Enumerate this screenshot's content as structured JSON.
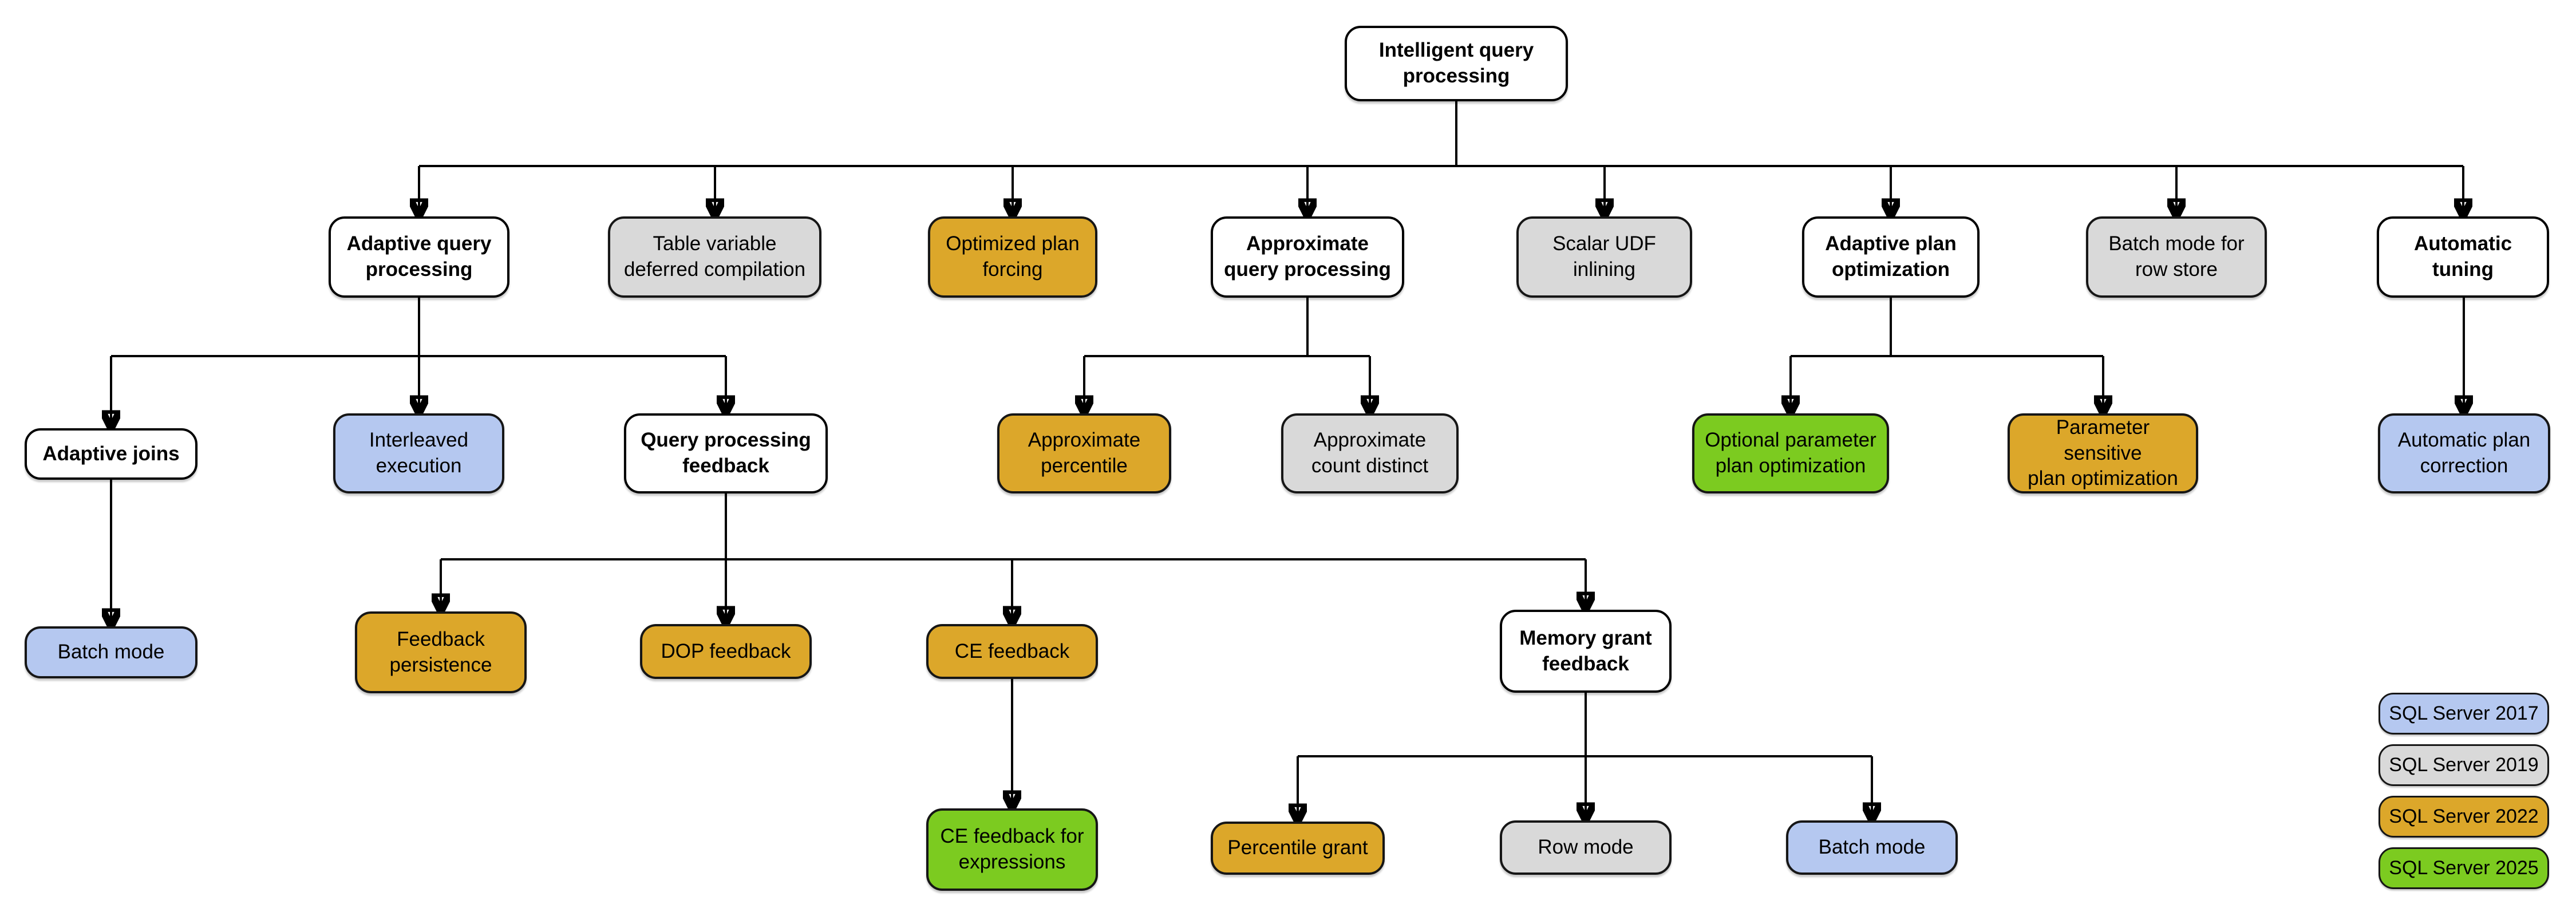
{
  "palette": {
    "white": {
      "fill": "#FFFFFF",
      "border": "#000000"
    },
    "gray": {
      "fill": "#D9D9D9",
      "border": "#161616"
    },
    "blue": {
      "fill": "#B5C8F0",
      "border": "#161616"
    },
    "gold": {
      "fill": "#DCA72A",
      "border": "#161616"
    },
    "green": {
      "fill": "#7CCB20",
      "border": "#161616"
    },
    "line": "#000000"
  },
  "nodes": {
    "root": {
      "label": "Intelligent query\nprocessing",
      "color": "white"
    },
    "aqp": {
      "label": "Adaptive query\nprocessing",
      "color": "white"
    },
    "tvdc": {
      "label": "Table variable\ndeferred compilation",
      "color": "gray"
    },
    "opf": {
      "label": "Optimized plan\nforcing",
      "color": "gold"
    },
    "axqp": {
      "label": "Approximate\nquery processing",
      "color": "white"
    },
    "sudf": {
      "label": "Scalar UDF\ninlining",
      "color": "gray"
    },
    "apo": {
      "label": "Adaptive plan\noptimization",
      "color": "white"
    },
    "bmrs": {
      "label": "Batch mode for\nrow store",
      "color": "gray"
    },
    "at": {
      "label": "Automatic\ntuning",
      "color": "white"
    },
    "aj": {
      "label": "Adaptive joins",
      "color": "white"
    },
    "ie": {
      "label": "Interleaved\nexecution",
      "color": "blue"
    },
    "qpf": {
      "label": "Query processing\nfeedback",
      "color": "white"
    },
    "axp": {
      "label": "Approximate\npercentile",
      "color": "gold"
    },
    "acd": {
      "label": "Approximate\ncount distinct",
      "color": "gray"
    },
    "oppo": {
      "label": "Optional parameter\nplan optimization",
      "color": "green"
    },
    "pspo": {
      "label": "Parameter sensitive\nplan optimization",
      "color": "gold"
    },
    "apc": {
      "label": "Automatic plan\ncorrection",
      "color": "blue"
    },
    "bm1": {
      "label": "Batch mode",
      "color": "blue"
    },
    "fp": {
      "label": "Feedback\npersistence",
      "color": "gold"
    },
    "dop": {
      "label": "DOP feedback",
      "color": "gold"
    },
    "ce": {
      "label": "CE feedback",
      "color": "gold"
    },
    "mgf": {
      "label": "Memory grant\nfeedback",
      "color": "white"
    },
    "cefe": {
      "label": "CE feedback for\nexpressions",
      "color": "green"
    },
    "pg": {
      "label": "Percentile grant",
      "color": "gold"
    },
    "rm": {
      "label": "Row mode",
      "color": "gray"
    },
    "bm2": {
      "label": "Batch mode",
      "color": "blue"
    }
  },
  "edges": [
    [
      "root",
      "aqp"
    ],
    [
      "root",
      "tvdc"
    ],
    [
      "root",
      "opf"
    ],
    [
      "root",
      "axqp"
    ],
    [
      "root",
      "sudf"
    ],
    [
      "root",
      "apo"
    ],
    [
      "root",
      "bmrs"
    ],
    [
      "root",
      "at"
    ],
    [
      "aqp",
      "aj"
    ],
    [
      "aqp",
      "ie"
    ],
    [
      "aqp",
      "qpf"
    ],
    [
      "axqp",
      "axp"
    ],
    [
      "axqp",
      "acd"
    ],
    [
      "apo",
      "oppo"
    ],
    [
      "apo",
      "pspo"
    ],
    [
      "at",
      "apc"
    ],
    [
      "aj",
      "bm1"
    ],
    [
      "qpf",
      "fp"
    ],
    [
      "qpf",
      "dop"
    ],
    [
      "qpf",
      "ce"
    ],
    [
      "qpf",
      "mgf"
    ],
    [
      "ce",
      "cefe"
    ],
    [
      "mgf",
      "pg"
    ],
    [
      "mgf",
      "rm"
    ],
    [
      "mgf",
      "bm2"
    ]
  ],
  "legend": {
    "items": [
      {
        "label": "SQL Server 2017",
        "color": "blue"
      },
      {
        "label": "SQL Server 2019",
        "color": "gray"
      },
      {
        "label": "SQL Server 2022",
        "color": "gold"
      },
      {
        "label": "SQL Server 2025",
        "color": "green"
      }
    ]
  }
}
